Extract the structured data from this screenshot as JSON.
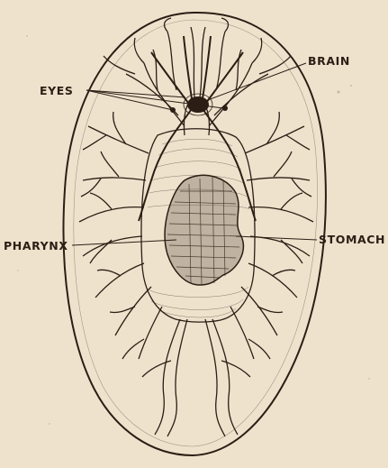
{
  "diagram": {
    "labels": {
      "eyes": "EYES",
      "brain": "BRAIN",
      "pharynx": "PHARYNX",
      "stomach": "STOMACH"
    },
    "colors": {
      "paper": "#efe2cd",
      "ink": "#2b1e14",
      "pharynx_fill": "#6b5a4c"
    }
  }
}
